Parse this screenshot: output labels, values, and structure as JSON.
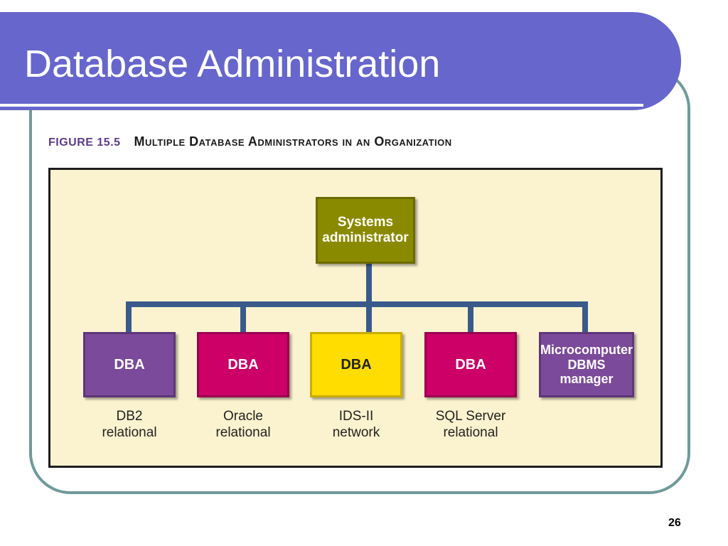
{
  "slide": {
    "title": "Database Administration",
    "page_number": "26"
  },
  "figure": {
    "number": "FIGURE 15.5",
    "title": "Multiple Database Administrators in an Organization"
  },
  "org_chart": {
    "root": {
      "line1": "Systems",
      "line2": "administrator",
      "color": "#8a8a00"
    },
    "children": [
      {
        "label1": "DBA",
        "label2": "",
        "color": "#7b4a9a",
        "text_color": "#ffffff",
        "sub1": "DB2",
        "sub2": "relational"
      },
      {
        "label1": "DBA",
        "label2": "",
        "color": "#cc0066",
        "text_color": "#ffffff",
        "sub1": "Oracle",
        "sub2": "relational"
      },
      {
        "label1": "DBA",
        "label2": "",
        "color": "#ffdd00",
        "text_color": "#222222",
        "sub1": "IDS-II",
        "sub2": "network"
      },
      {
        "label1": "DBA",
        "label2": "",
        "color": "#cc0066",
        "text_color": "#ffffff",
        "sub1": "SQL Server",
        "sub2": "relational"
      },
      {
        "label1": "Microcomputer",
        "label2": "DBMS manager",
        "color": "#7b4a9a",
        "text_color": "#ffffff",
        "sub1": "",
        "sub2": ""
      }
    ],
    "connector_color": "#3a5a8c"
  }
}
